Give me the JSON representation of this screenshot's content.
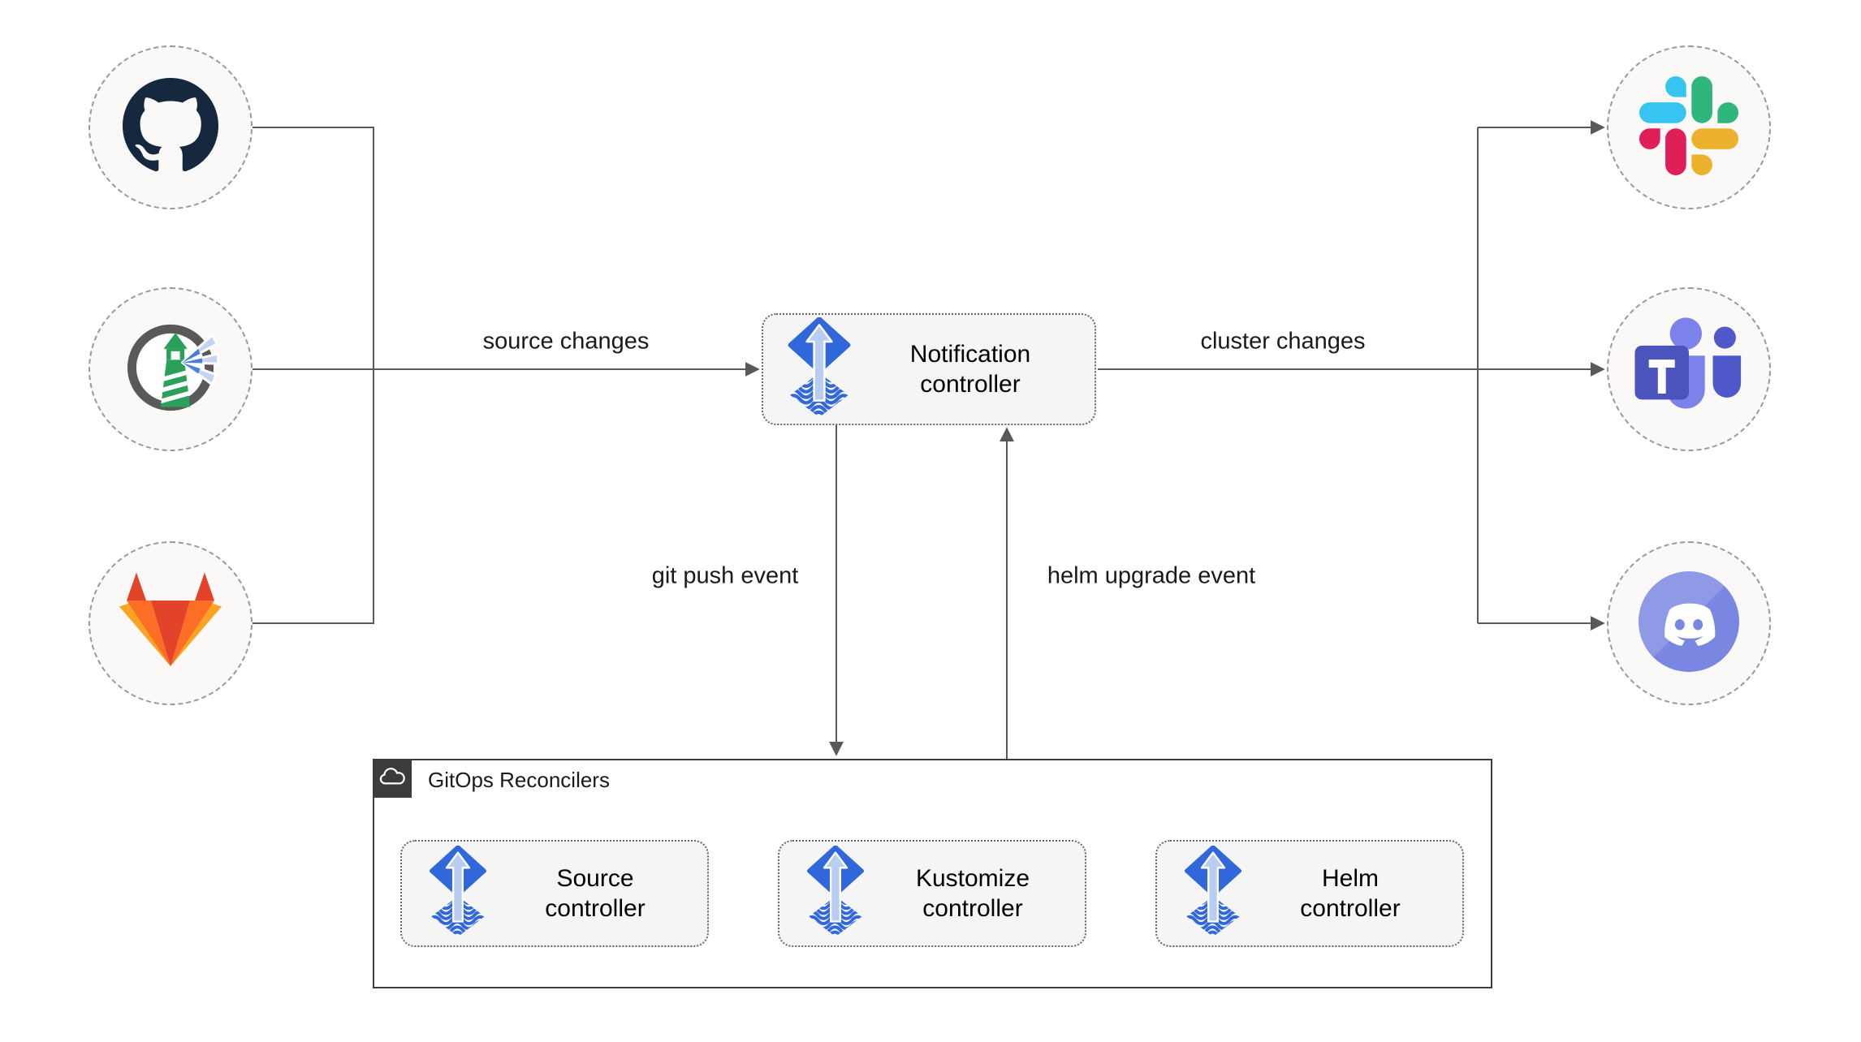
{
  "edge_labels": {
    "source_changes": "source changes",
    "cluster_changes": "cluster changes",
    "git_push_event": "git push event",
    "helm_upgrade_event": "helm upgrade event"
  },
  "nodes": {
    "notification_controller": {
      "label": "Notification controller",
      "icon": "flux-icon"
    },
    "source_controller": {
      "label": "Source controller",
      "icon": "flux-icon"
    },
    "kustomize_controller": {
      "label": "Kustomize controller",
      "icon": "flux-icon"
    },
    "helm_controller": {
      "label": "Helm controller",
      "icon": "flux-icon"
    }
  },
  "group": {
    "title": "GitOps Reconcilers",
    "badge_icon": "cloud-icon"
  },
  "providers": {
    "sources": [
      {
        "icon": "github-icon"
      },
      {
        "icon": "harbor-icon"
      },
      {
        "icon": "gitlab-icon"
      }
    ],
    "notifiers": [
      {
        "icon": "slack-icon"
      },
      {
        "icon": "ms-teams-icon"
      },
      {
        "icon": "discord-icon"
      }
    ]
  },
  "colors": {
    "flux_blue": "#3067db",
    "flux_arrow_light": "#b9cdf2",
    "connector_gray": "#595959",
    "node_fill": "#f5f5f5",
    "node_border": "#666666",
    "circle_fill": "#faf9f7",
    "circle_border": "#999999",
    "group_border": "#3d3d3d",
    "badge_fill": "#3b3b3b",
    "github_dark": "#16283e",
    "gitlab_red": "#e24329",
    "gitlab_orange": "#fc6d26",
    "gitlab_yellow": "#fca326",
    "harbor_gray": "#595959",
    "harbor_green": "#2aa05a",
    "harbor_beam_dark": "#4a7de0",
    "harbor_beam_light": "#c4d4f4",
    "slack_blue": "#36c5f0",
    "slack_green": "#2eb67d",
    "slack_yellow": "#ecb22e",
    "slack_red": "#e01e5a",
    "teams_dark": "#4b53bc",
    "teams_mid": "#5059c9",
    "teams_light": "#7b83eb",
    "discord_blurple": "#7a87e2"
  }
}
